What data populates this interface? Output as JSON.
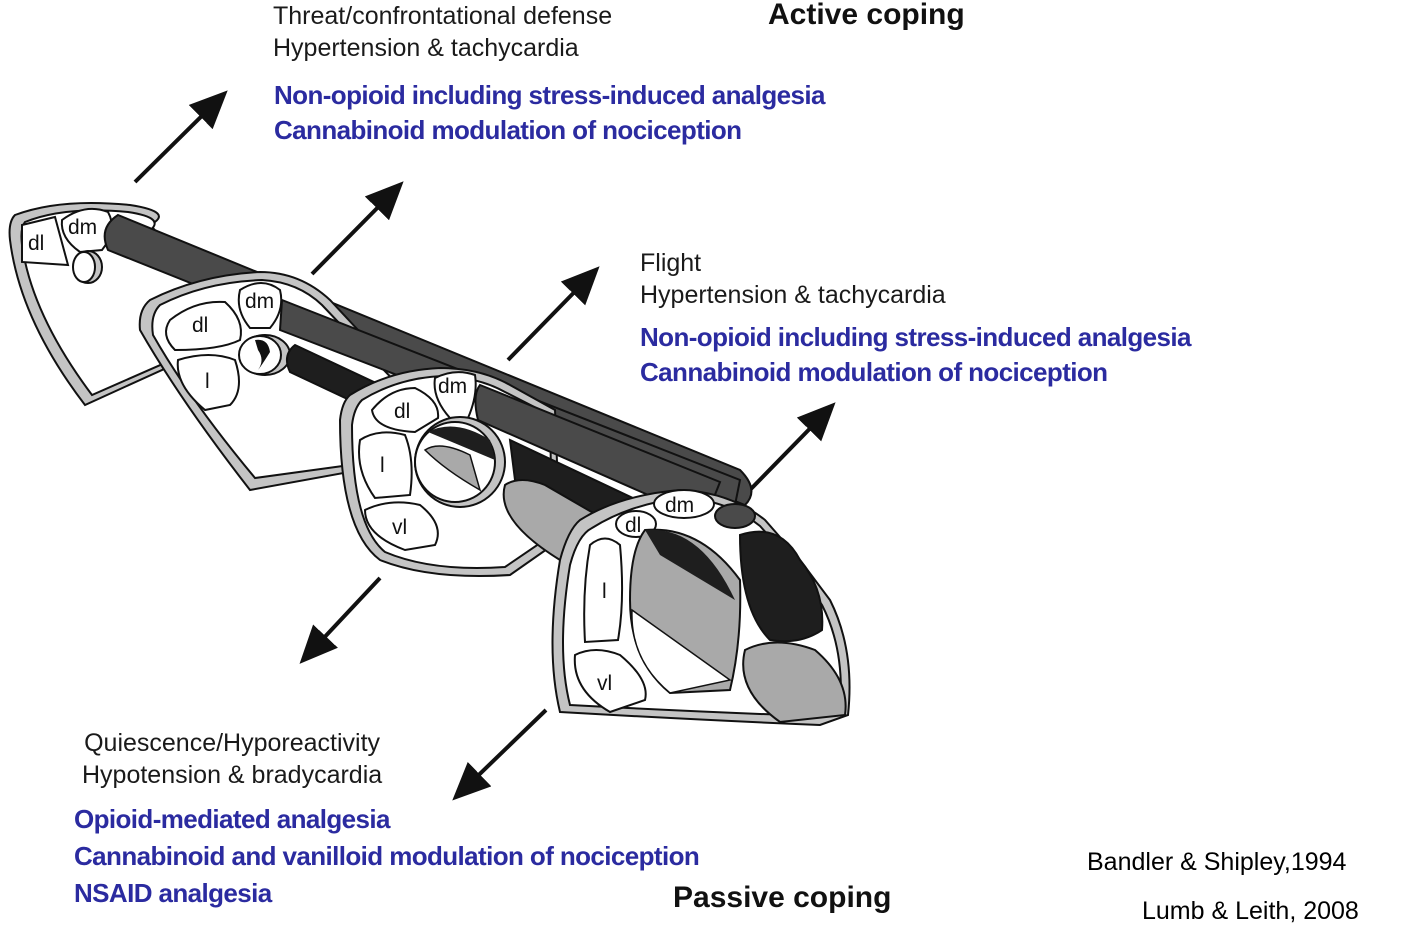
{
  "colors": {
    "blue_text": "#2b2ba0",
    "dark_column": "#4a4a4a",
    "black_column": "#1e1e1e",
    "grey_column": "#a9a9a9",
    "rim": "#c4c4c4"
  },
  "active_coping": {
    "heading": "Active coping",
    "dorsal": {
      "lines": [
        "Threat/confrontational defense",
        "Hypertension & tachycardia"
      ],
      "effects": [
        "Non-opioid including stress-induced analgesia",
        "Cannabinoid modulation of nociception"
      ]
    },
    "lateral": {
      "lines": [
        "Flight",
        "Hypertension & tachycardia"
      ],
      "effects": [
        "Non-opioid including stress-induced analgesia",
        "Cannabinoid modulation of nociception"
      ]
    }
  },
  "passive_coping": {
    "heading": "Passive coping",
    "lines": [
      "Quiescence/Hyporeactivity",
      "Hypotension & bradycardia"
    ],
    "effects": [
      "Opioid-mediated analgesia",
      "Cannabinoid and vanilloid modulation of nociception",
      "NSAID analgesia"
    ]
  },
  "section_labels": {
    "s1": [
      "dl",
      "dm"
    ],
    "s2": [
      "dl",
      "dm",
      "l"
    ],
    "s3": [
      "dl",
      "dm",
      "l",
      "vl"
    ],
    "s4": [
      "dl",
      "dm",
      "l",
      "vl"
    ]
  },
  "citations": [
    "Bandler & Shipley,1994",
    "Lumb & Leith, 2008"
  ]
}
